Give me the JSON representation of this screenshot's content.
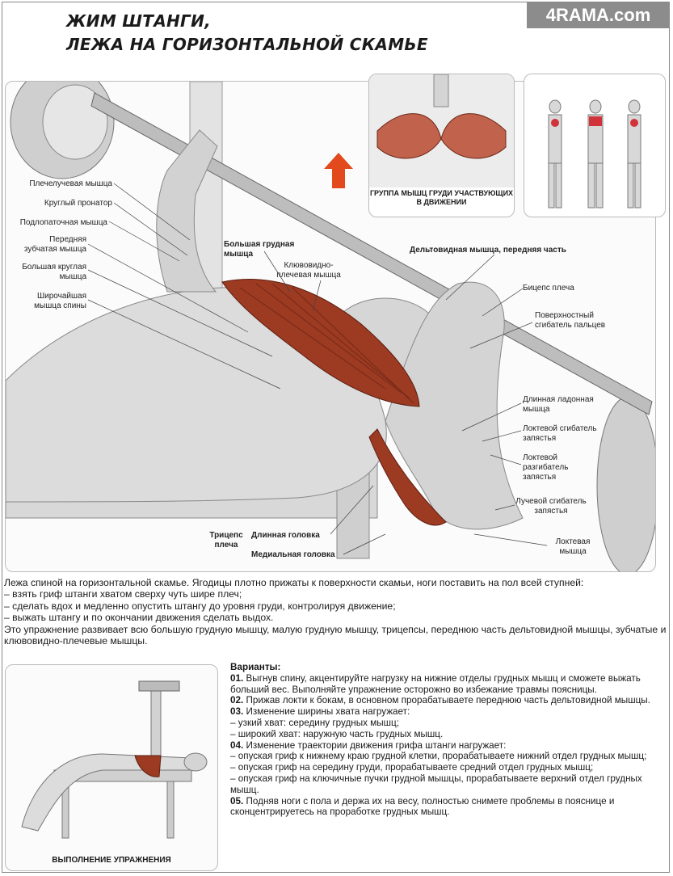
{
  "header": {
    "title_line1": "ЖИМ ШТАНГИ,",
    "title_line2": "ЛЕЖА НА ГОРИЗОНТАЛЬНОЙ СКАМЬЕ",
    "watermark": "4RAMA.com"
  },
  "inset": {
    "chest_caption": "ГРУППА МЫШЦ ГРУДИ УЧАСТВУЮЩИХ В ДВИЖЕНИИ"
  },
  "labels": {
    "brachioradialis": "Плечелучевая мышца",
    "pronator": "Круглый пронатор",
    "infraspinatus": "Подлопаточная мышца",
    "serratus": "Передняя зубчатая мышца",
    "teres_major": "Большая круглая мышца",
    "latissimus": "Широчайшая мышца спины",
    "pec_major": "Большая грудная мышца",
    "coracobrachialis": "Клювовидно-плечевая мышца",
    "deltoid": "Дельтовидная мышца, передняя часть",
    "biceps": "Бицепс плеча",
    "flexor_digitorum": "Поверхностный сгибатель пальцев",
    "palmaris": "Длинная ладонная мышца",
    "flexor_carpi_ulnaris": "Локтевой сгибатель запястья",
    "extensor_carpi_ulnaris": "Локтевой разгибатель запястья",
    "flexor_carpi_radialis": "Лучевой сгибатель запястья",
    "anconeus": "Локтевая мышца",
    "triceps": "Трицепс плеча",
    "long_head": "Длинная головка",
    "medial_head": "Медиальная головка"
  },
  "description": {
    "intro": "Лежа спиной на горизонтальной скамье. Ягодицы плотно прижаты к поверхности скамьи, ноги поставить на пол всей ступней:",
    "steps": [
      "– взять гриф штанги хватом сверху чуть шире плеч;",
      "– сделать вдох и медленно опустить штангу до уровня груди, контролируя движение;",
      "– выжать штангу и по окончании движения сделать выдох."
    ],
    "summary": "Это упражнение развивает всю большую грудную мышцу, малую грудную мышцу, трицепсы, переднюю часть дельтовидной мышцы, зубчатые и клювовидно-плечевые мышцы."
  },
  "variants": {
    "heading": "Варианты:",
    "items": [
      {
        "num": "01.",
        "text": "Выгнув спину, акцентируйте нагрузку на нижние отделы грудных мышц и сможете выжать больший вес. Выполняйте упражнение осторожно во избежание травмы поясницы."
      },
      {
        "num": "02.",
        "text": "Прижав локти к бокам, в основном прорабатываете переднюю часть дельтовидной мышцы."
      },
      {
        "num": "03.",
        "text": "Изменение ширины хвата нагружает:"
      },
      {
        "num": "",
        "text": "– узкий хват: середину грудных мышц;"
      },
      {
        "num": "",
        "text": "– широкий хват: наружную часть грудных мышц."
      },
      {
        "num": "04.",
        "text": "Изменение траектории движения грифа штанги нагружает:"
      },
      {
        "num": "",
        "text": "– опуская гриф к нижнему краю грудной клетки, прорабатываете нижний отдел грудных мышц;"
      },
      {
        "num": "",
        "text": "– опуская гриф на середину груди, прорабатываете средний отдел грудных мышц;"
      },
      {
        "num": "",
        "text": "– опуская гриф на ключичные пучки грудной мышцы, прорабатываете верхний отдел грудных мышц."
      },
      {
        "num": "05.",
        "text": "Подняв ноги с пола и держа их на весу, полностью снимете проблемы в пояснице и сконцентрируетесь на проработке грудных мышц."
      }
    ]
  },
  "small_illustration": {
    "caption": "ВЫПОЛНЕНИЕ УПРАЖНЕНИЯ"
  },
  "colors": {
    "muscle": "#9c3a22",
    "arrow": "#e24a1e",
    "highlight": "#d0343a",
    "sketch": "#9a9a9a"
  }
}
